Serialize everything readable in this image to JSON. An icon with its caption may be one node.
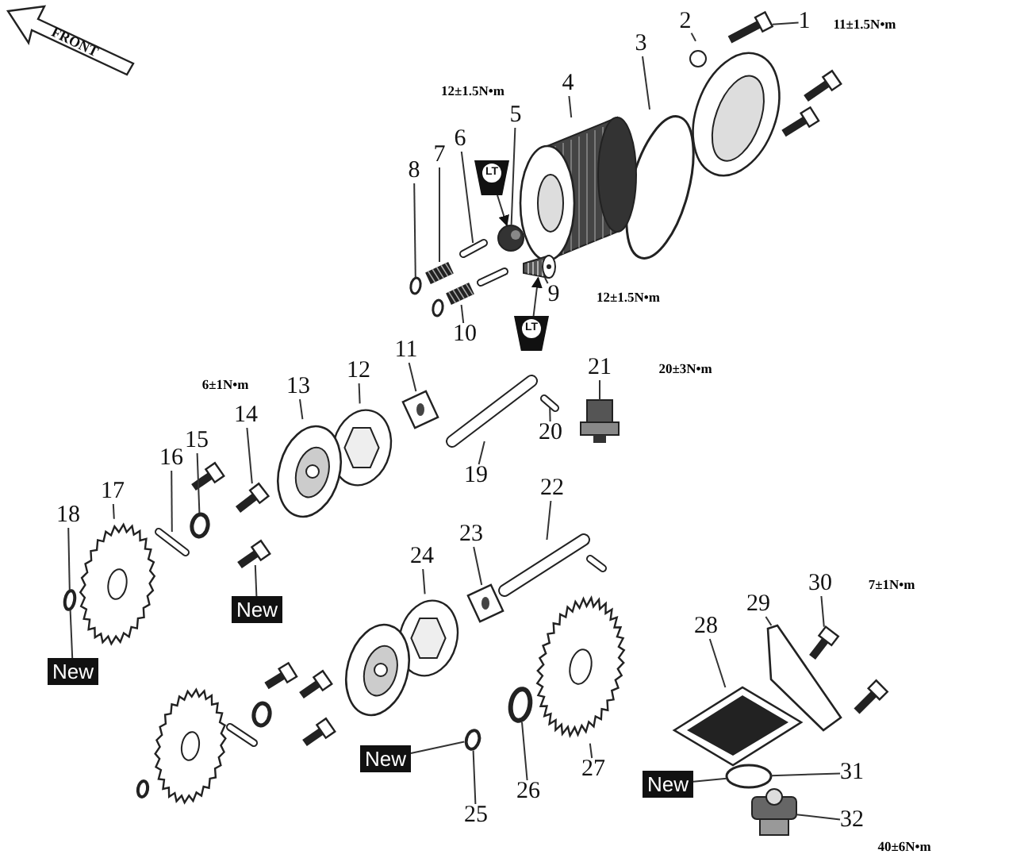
{
  "diagram": {
    "nodes": [
      {
        "text": [
          "1"
        ]
      },
      {
        "text": [
          "2"
        ]
      },
      {
        "text": [
          "3"
        ]
      },
      {
        "text": [
          "4"
        ]
      },
      {
        "text": [
          "5"
        ]
      },
      {
        "text": [
          "6"
        ]
      },
      {
        "text": [
          "7"
        ]
      },
      {
        "text": [
          "8"
        ]
      },
      {
        "text": [
          "9"
        ]
      },
      {
        "text": [
          "10"
        ]
      },
      {
        "text": [
          "11"
        ]
      },
      {
        "text": [
          "12"
        ]
      },
      {
        "text": [
          "13"
        ]
      },
      {
        "text": [
          "14"
        ]
      },
      {
        "text": [
          "15"
        ]
      },
      {
        "text": [
          "16"
        ]
      },
      {
        "text": [
          "17"
        ]
      },
      {
        "text": [
          "18"
        ]
      },
      {
        "text": [
          "19"
        ]
      },
      {
        "text": [
          "20"
        ]
      },
      {
        "text": [
          "21"
        ]
      },
      {
        "text": [
          "22"
        ]
      },
      {
        "text": [
          "23"
        ]
      },
      {
        "text": [
          "24"
        ]
      },
      {
        "text": [
          "25"
        ]
      },
      {
        "text": [
          "26"
        ]
      },
      {
        "text": [
          "27"
        ]
      },
      {
        "text": [
          "28"
        ]
      },
      {
        "text": [
          "29"
        ]
      },
      {
        "text": [
          "30"
        ]
      },
      {
        "text": [
          "31"
        ]
      },
      {
        "text": [
          "32"
        ]
      },
      {
        "text": [
          "LT"
        ]
      },
      {
        "text": [
          "LT"
        ]
      },
      {
        "text": [
          "New"
        ]
      },
      {
        "text": [
          "New"
        ]
      },
      {
        "text": [
          "New"
        ]
      },
      {
        "text": [
          "New"
        ]
      },
      {
        "text": [],
        "shape": "picture"
      },
      {
        "text": [],
        "shape": "picture"
      },
      {
        "text": [],
        "shape": "circle"
      },
      {
        "text": [],
        "shape": "picture"
      },
      {
        "text": [],
        "shape": "picture"
      },
      {
        "text": [],
        "shape": "picture"
      },
      {
        "text": [],
        "shape": "picture"
      },
      {
        "text": [],
        "shape": "circle"
      },
      {
        "text": [],
        "shape": "picture"
      },
      {
        "text": [],
        "shape": "picture"
      },
      {
        "text": [],
        "shape": "picture"
      },
      {
        "text": [],
        "shape": "picture"
      },
      {
        "text": [],
        "shape": "picture"
      },
      {
        "text": [],
        "shape": "picture"
      },
      {
        "text": [],
        "shape": "circle"
      },
      {
        "text": [],
        "shape": "picture"
      },
      {
        "text": [],
        "shape": "picture"
      },
      {
        "text": [],
        "shape": "circle"
      },
      {
        "text": [],
        "shape": "picture"
      },
      {
        "text": [],
        "shape": "picture"
      },
      {
        "text": [],
        "shape": "picture"
      },
      {
        "text": [],
        "shape": "picture"
      },
      {
        "text": [],
        "shape": "picture"
      },
      {
        "text": [],
        "shape": "picture"
      },
      {
        "text": [],
        "shape": "circle"
      },
      {
        "text": [],
        "shape": "circle"
      },
      {
        "text": [],
        "shape": "picture"
      },
      {
        "text": [],
        "shape": "picture"
      },
      {
        "text": [],
        "shape": "picture"
      },
      {
        "text": [],
        "shape": "picture"
      },
      {
        "text": [],
        "shape": "circle"
      },
      {
        "text": [],
        "shape": "picture"
      },
      {
        "text": [],
        "shape": "picture"
      },
      {
        "text": [],
        "shape": "picture"
      },
      {
        "text": [],
        "shape": "picture"
      },
      {
        "text": [],
        "shape": "picture"
      },
      {
        "text": [],
        "shape": "circle"
      },
      {
        "text": [],
        "shape": "picture"
      },
      {
        "text": [],
        "shape": "picture"
      },
      {
        "text": [],
        "shape": "picture"
      },
      {
        "text": [],
        "shape": "picture"
      },
      {
        "text": [],
        "shape": "picture"
      },
      {
        "text": [],
        "shape": "picture"
      },
      {
        "text": [],
        "shape": "circle"
      },
      {
        "text": [],
        "shape": "picture"
      },
      {
        "text": [],
        "shape": "picture"
      },
      {
        "text": [],
        "shape": "circle"
      },
      {
        "text": [],
        "shape": "picture"
      }
    ],
    "edges": [
      {
        "from": 0,
        "to": 38,
        "arrow": "none"
      },
      {
        "from": 1,
        "to": 39,
        "arrow": "none"
      },
      {
        "from": 2,
        "to": 40,
        "arrow": "none"
      },
      {
        "from": 3,
        "to": 41,
        "arrow": "none"
      },
      {
        "from": 4,
        "to": 42,
        "arrow": "none"
      },
      {
        "from": 5,
        "to": 43,
        "arrow": "none"
      },
      {
        "from": 6,
        "to": 44,
        "arrow": "none"
      },
      {
        "from": 7,
        "to": 45,
        "arrow": "none"
      },
      {
        "from": 8,
        "to": 46,
        "arrow": "none"
      },
      {
        "from": 9,
        "to": 47,
        "arrow": "none"
      },
      {
        "from": 10,
        "to": 48,
        "arrow": "none"
      },
      {
        "from": 11,
        "to": 49,
        "arrow": "none"
      },
      {
        "from": 12,
        "to": 50,
        "arrow": "none"
      },
      {
        "from": 13,
        "to": 51,
        "arrow": "none"
      },
      {
        "from": 14,
        "to": 52,
        "arrow": "none"
      },
      {
        "from": 15,
        "to": 53,
        "arrow": "none"
      },
      {
        "from": 16,
        "to": 54,
        "arrow": "none"
      },
      {
        "from": 17,
        "to": 55,
        "arrow": "none"
      },
      {
        "from": 18,
        "to": 56,
        "arrow": "none"
      },
      {
        "from": 19,
        "to": 57,
        "arrow": "none"
      },
      {
        "from": 20,
        "to": 58,
        "arrow": "none"
      },
      {
        "from": 21,
        "to": 59,
        "arrow": "none"
      },
      {
        "from": 22,
        "to": 60,
        "arrow": "none"
      },
      {
        "from": 23,
        "to": 61,
        "arrow": "none"
      },
      {
        "from": 24,
        "to": 62,
        "arrow": "none"
      },
      {
        "from": 25,
        "to": 63,
        "arrow": "none"
      },
      {
        "from": 26,
        "to": 64,
        "arrow": "none"
      },
      {
        "from": 27,
        "to": 65,
        "arrow": "none"
      },
      {
        "from": 28,
        "to": 66,
        "arrow": "none"
      },
      {
        "from": 29,
        "to": 67,
        "arrow": "none"
      },
      {
        "from": 30,
        "to": 68,
        "arrow": "none"
      },
      {
        "from": 31,
        "to": 69,
        "arrow": "none"
      },
      {
        "from": 32,
        "to": 42,
        "arrow": "to"
      },
      {
        "from": 33,
        "to": 46,
        "arrow": "to"
      },
      {
        "from": 34,
        "to": 70,
        "arrow": "none"
      },
      {
        "from": 35,
        "to": 55,
        "arrow": "none"
      },
      {
        "from": 36,
        "to": 62,
        "arrow": "none"
      },
      {
        "from": 37,
        "to": 68,
        "arrow": "none"
      }
    ],
    "labels": [
      "FRONT",
      "11±1.5N•m",
      "12±1.5N•m",
      "12±1.5N•m",
      "6±1N•m",
      "20±3N•m",
      "7±1N•m",
      "40±6N•m"
    ]
  }
}
